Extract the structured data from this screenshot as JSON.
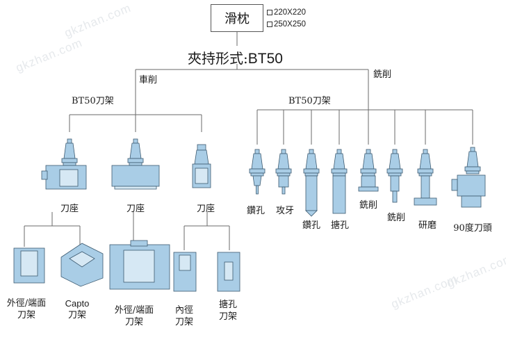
{
  "title": "滑枕",
  "options": [
    "220X220",
    "250X250"
  ],
  "heading_prefix": "夾持形式:",
  "heading_type": "BT50",
  "branches": {
    "turning": "車削",
    "milling": "銑削"
  },
  "turning_holder_header": "BT50刀架",
  "milling_holder_header": "BT50刀架",
  "tool_seats": [
    "刀座",
    "刀座",
    "刀座"
  ],
  "turning_tools": [
    {
      "line1": "外徑/端面",
      "line2": "刀架"
    },
    {
      "line1": "Capto",
      "line2": "刀架"
    },
    {
      "line1": "外徑/端面",
      "line2": "刀架"
    },
    {
      "line1": "內徑",
      "line2": "刀架"
    },
    {
      "line1": "搪孔",
      "line2": "刀架"
    }
  ],
  "milling_tools": [
    "鑽孔",
    "攻牙",
    "鑽孔",
    "搪孔",
    "銑削",
    "銑削",
    "研磨",
    "90度刀頭"
  ],
  "watermark": "gkzhan.com",
  "colors": {
    "tool_fill": "#a9cde6",
    "tool_stroke": "#3c5a70",
    "line": "#6a6a6a"
  }
}
